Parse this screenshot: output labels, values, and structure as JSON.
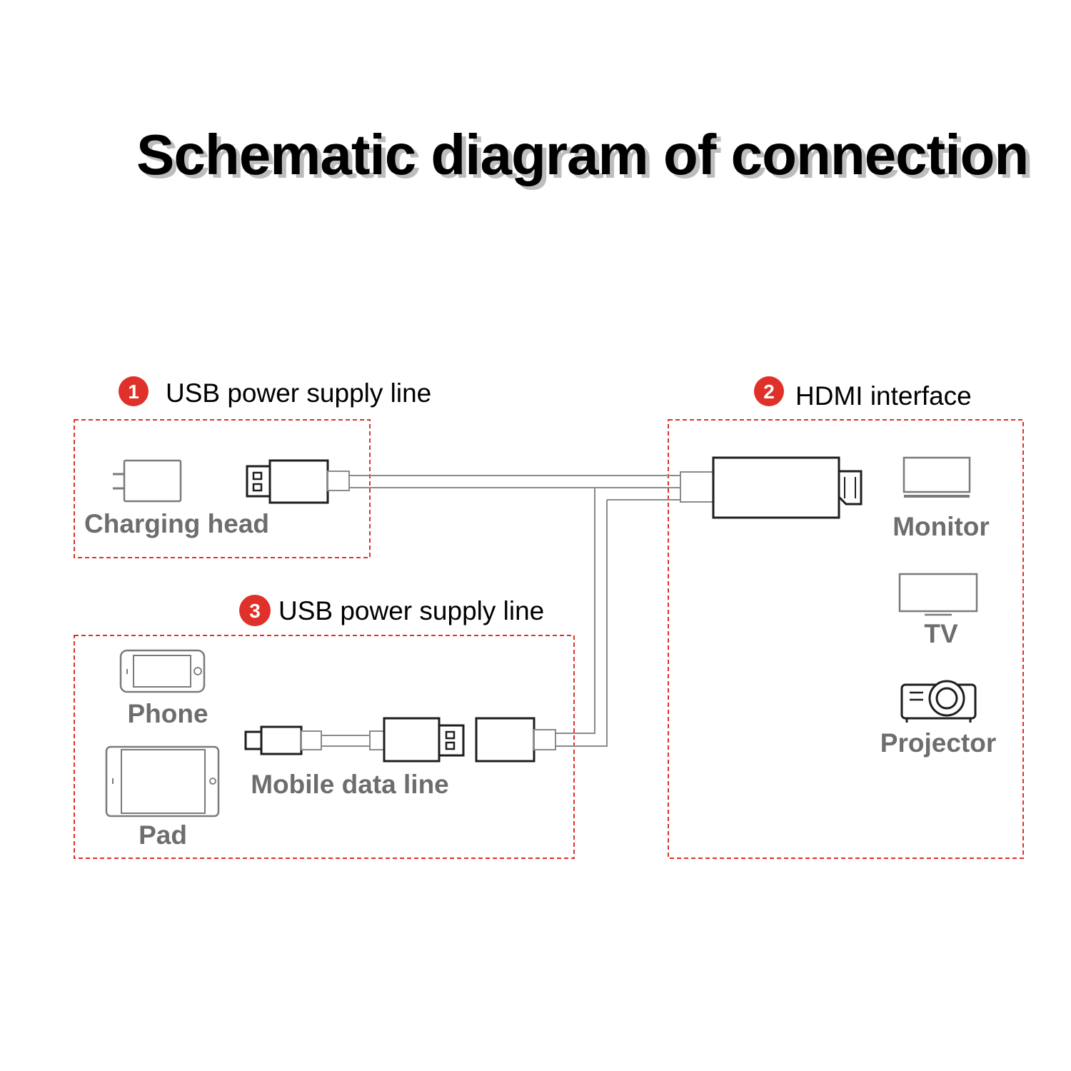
{
  "title": "Schematic diagram of connection",
  "colors": {
    "accent": "#e0302a",
    "label_gray": "#6d6d6d",
    "line_gray": "#8a8a8a"
  },
  "sections": [
    {
      "number": "1",
      "heading": "USB power supply line",
      "labels": {
        "charger": "Charging head"
      }
    },
    {
      "number": "2",
      "heading": "HDMI interface",
      "labels": {
        "monitor": "Monitor",
        "tv": "TV",
        "projector": "Projector"
      }
    },
    {
      "number": "3",
      "heading": "USB power supply line",
      "labels": {
        "phone": "Phone",
        "pad": "Pad",
        "cable": "Mobile data line"
      }
    }
  ],
  "icons": [
    "charger-icon",
    "usb-plug-icon",
    "hdmi-plug-icon",
    "monitor-icon",
    "tv-icon",
    "projector-icon",
    "phone-icon",
    "tablet-icon",
    "usb-c-cable-icon"
  ]
}
